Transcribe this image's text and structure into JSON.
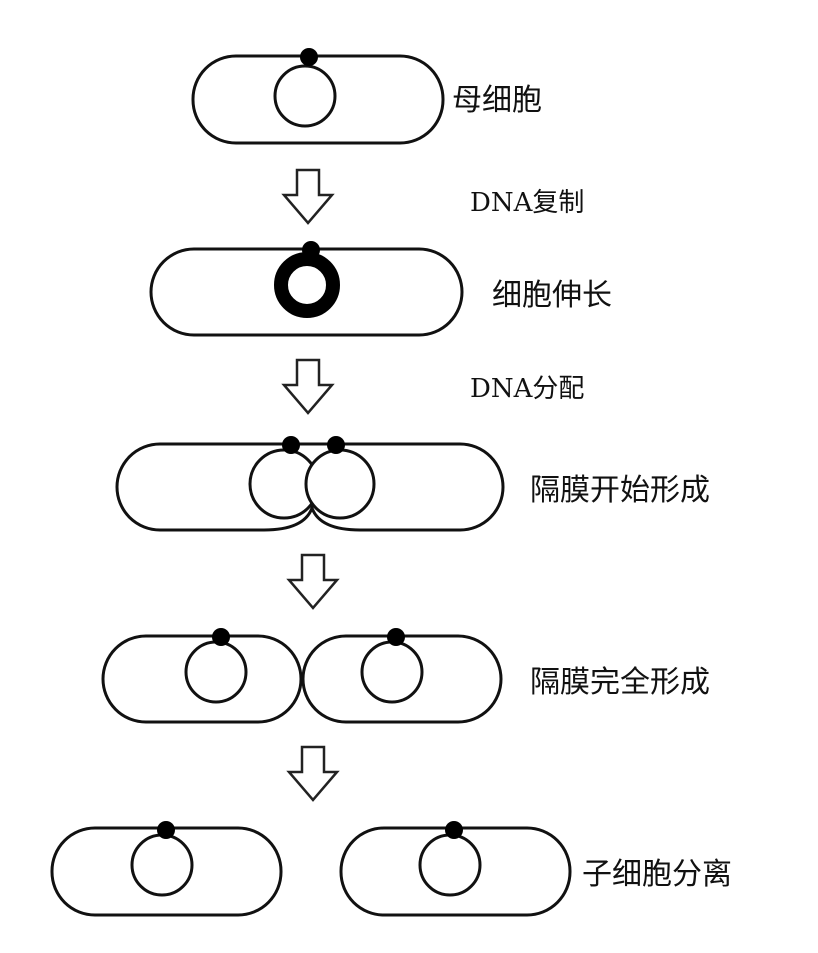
{
  "stages": [
    {
      "id": "mother-cell",
      "label": "母细胞"
    },
    {
      "id": "cell-elongation",
      "label": "细胞伸长"
    },
    {
      "id": "septum-begin",
      "label": "隔膜开始形成"
    },
    {
      "id": "septum-complete",
      "label": "隔膜完全形成"
    },
    {
      "id": "daughter-separation",
      "label": "子细胞分离"
    }
  ],
  "steps": [
    {
      "id": "dna-replication",
      "label": "DNA复制"
    },
    {
      "id": "dna-segregation",
      "label": "DNA分配"
    }
  ],
  "colors": {
    "line": "#111111",
    "background": "#ffffff"
  }
}
